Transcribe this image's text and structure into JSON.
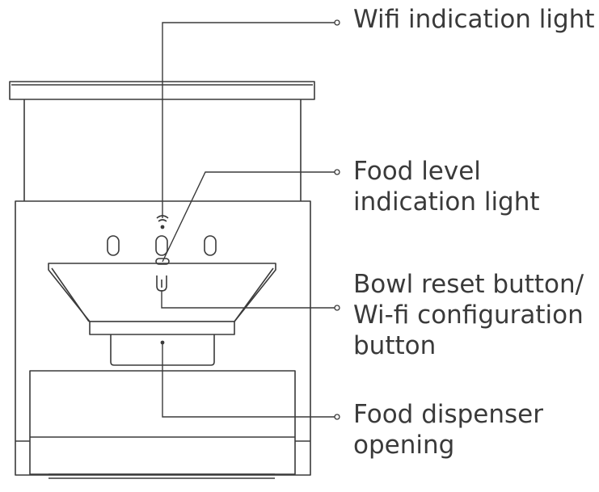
{
  "callouts": {
    "wifi_light": {
      "lines": [
        "Wifi indication light"
      ]
    },
    "food_level_light": {
      "lines": [
        "Food level",
        "indication light"
      ]
    },
    "bowl_reset_button": {
      "lines": [
        "Bowl reset button/",
        "Wi-fi configuration",
        "button"
      ]
    },
    "food_dispenser_opening": {
      "lines": [
        "Food dispenser",
        "opening"
      ]
    }
  },
  "icons": {
    "wifi_light": "wifi-icon",
    "food_level_light": "indicator-light-icon",
    "reset_button": "reset-button-icon"
  },
  "colors": {
    "line": "#3a3a3a",
    "text": "#3a3a3a",
    "background": "#ffffff"
  }
}
